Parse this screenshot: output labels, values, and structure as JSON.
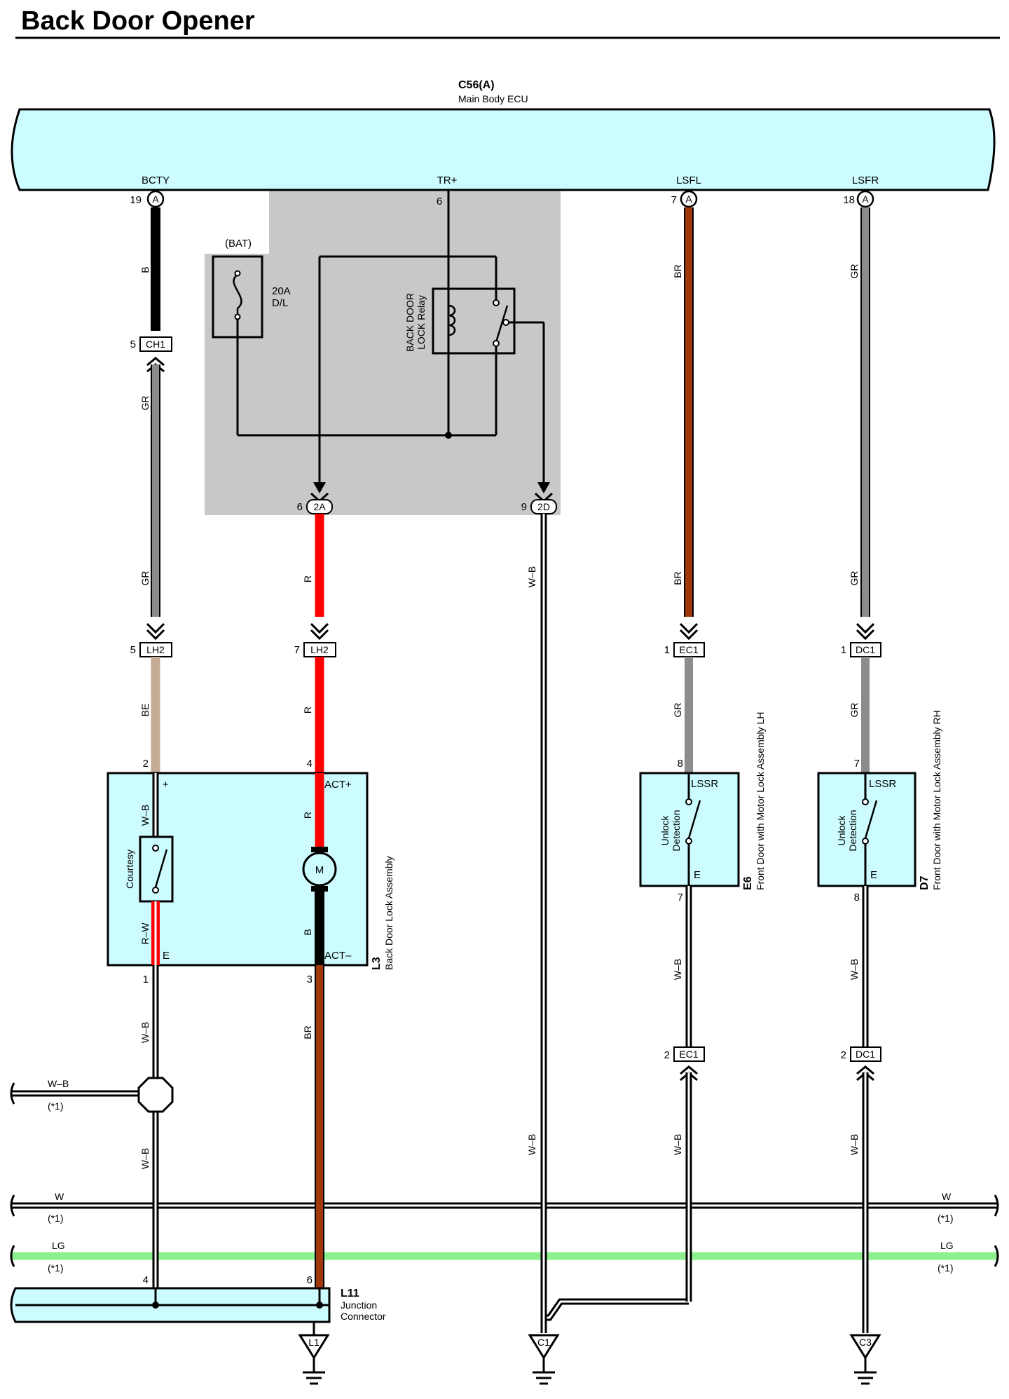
{
  "title": "Back Door Opener",
  "ecu": {
    "code": "C56(A)",
    "name": "Main Body ECU"
  },
  "ecu_terminals": [
    {
      "name": "BCTY",
      "pin": "19",
      "conn": "A"
    },
    {
      "name": "TR+",
      "pin": "6"
    },
    {
      "name": "LSFL",
      "pin": "7",
      "conn": "A"
    },
    {
      "name": "LSFR",
      "pin": "18",
      "conn": "A"
    }
  ],
  "fuse": {
    "source": "(BAT)",
    "rating": "20A",
    "name": "D/L"
  },
  "relay": {
    "line1": "BACK DOOR",
    "line2": "LOCK Relay"
  },
  "connectors": {
    "ch1": {
      "pin": "5",
      "id": "CH1"
    },
    "c2a": {
      "pin": "6",
      "id": "2A"
    },
    "c2d": {
      "pin": "9",
      "id": "2D"
    },
    "lh2_a": {
      "pin": "5",
      "id": "LH2"
    },
    "lh2_b": {
      "pin": "7",
      "id": "LH2"
    },
    "ec1_a": {
      "pin": "1",
      "id": "EC1"
    },
    "dc1_a": {
      "pin": "1",
      "id": "DC1"
    },
    "ec1_b": {
      "pin": "2",
      "id": "EC1"
    },
    "dc1_b": {
      "pin": "2",
      "id": "DC1"
    }
  },
  "wires": {
    "b": "B",
    "gr": "GR",
    "br": "BR",
    "r": "R",
    "be": "BE",
    "wb": "W–B",
    "rw": "R–W",
    "w": "W",
    "lg": "LG"
  },
  "note": "(*1)",
  "l3": {
    "code": "L3",
    "name": "Back Door Lock Assembly",
    "pin2": "2",
    "pin4": "4",
    "pin1": "1",
    "pin3": "3",
    "plus": "+",
    "act_plus": "ACT+",
    "act_minus": "ACT–",
    "e": "E",
    "courtesy": "Courtesy",
    "motor": "M"
  },
  "e6": {
    "code": "E6",
    "name": "Front Door with Motor Lock Assembly LH",
    "pin_in": "8",
    "pin_out": "7"
  },
  "d7": {
    "code": "D7",
    "name": "Front Door with Motor Lock Assembly RH",
    "pin_in": "7",
    "pin_out": "8"
  },
  "switch_block": {
    "lssr": "LSSR",
    "line1": "Unlock",
    "line2": "Detection",
    "e": "E"
  },
  "l11": {
    "code": "L11",
    "line1": "Junction",
    "line2": "Connector",
    "pin_a": "4",
    "pin_b": "6"
  },
  "grounds": [
    "L1",
    "C1",
    "C3"
  ],
  "colors": {
    "ecu_fill": "#ccfcff",
    "shade": "#c8c8c8",
    "wire_black": "#000000",
    "wire_gray": "#8c8c8c",
    "wire_brown": "#a0380c",
    "wire_red": "#ff0000",
    "wire_beige": "#c4ab93",
    "wire_lightgreen": "#8cf08c"
  }
}
